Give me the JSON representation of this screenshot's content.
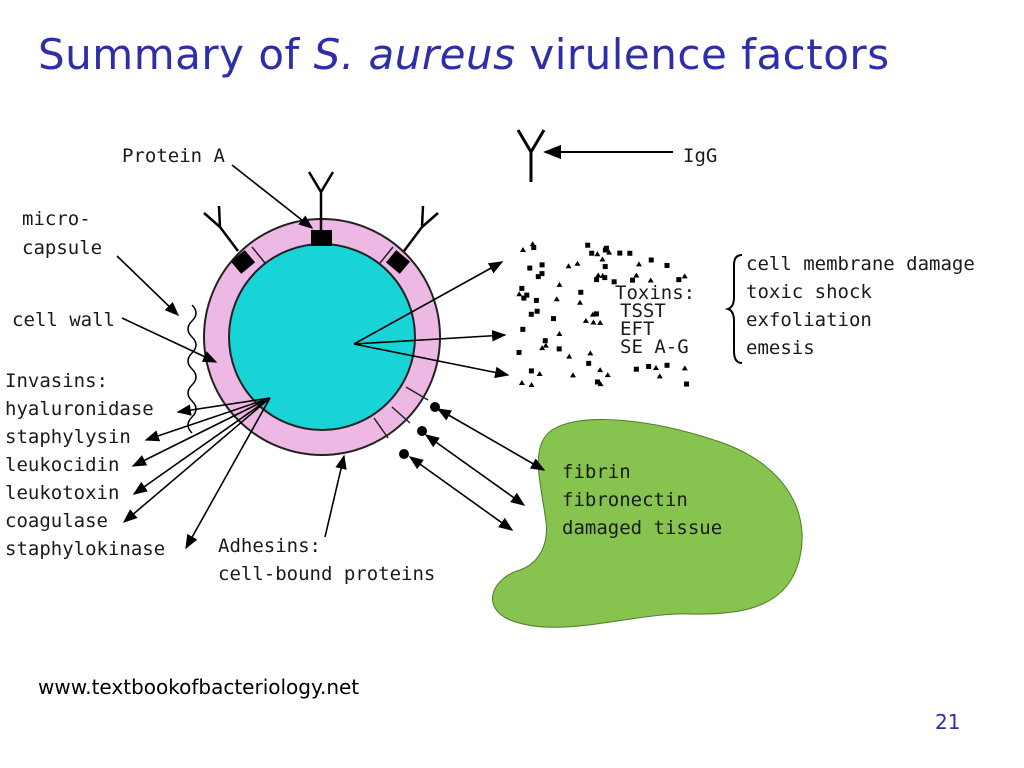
{
  "title": {
    "pre": "Summary of ",
    "italic": "S. aureus",
    "post": " virulence factors"
  },
  "labels": {
    "protein_a": "Protein A",
    "igg": "IgG",
    "microcapsule_1": "micro-",
    "microcapsule_2": "capsule",
    "cell_wall": "cell wall",
    "invasins_header": "Invasins:",
    "invasins": [
      "hyaluronidase",
      "staphylysin",
      "leukocidin",
      "leukotoxin",
      "coagulase",
      "staphylokinase"
    ],
    "adhesins_header": "Adhesins:",
    "adhesins_sub": "cell-bound proteins",
    "toxins": [
      "Toxins:",
      "TSST",
      "EFT",
      "SE A-G"
    ],
    "toxin_effects": [
      "cell membrane damage",
      "toxic shock",
      "exfoliation",
      "emesis"
    ],
    "targets": [
      "fibrin",
      "fibronectin",
      "damaged tissue"
    ]
  },
  "colors": {
    "cytoplasm": "#19d4d6",
    "cell_wall": "#eeb8e4",
    "tissue": "#86c44f",
    "title": "#2e2ea8"
  },
  "source": "www.textbookofbacteriology.net",
  "page_number": "21"
}
